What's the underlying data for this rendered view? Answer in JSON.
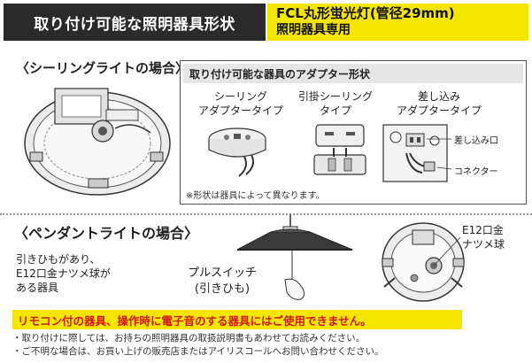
{
  "header": {
    "title": "取り付け可能な照明器具形状",
    "product_line1": "FCL丸形蛍光灯(管径29mm)",
    "product_line2": "照明器具専用"
  },
  "ceiling": {
    "title": "〈シーリングライトの場合〉",
    "adapter_header": "取り付け可能な器具のアダプター形状",
    "adapters": [
      {
        "line1": "シーリング",
        "line2": "アダプタータイプ"
      },
      {
        "line1": "引掛シーリング",
        "line2": "タイプ"
      },
      {
        "line1": "差し込み",
        "line2": "アダプタータイプ"
      }
    ],
    "label_plug": "差し込み口",
    "label_connector": "コネクター",
    "note": "※形状は器具によって異なります。"
  },
  "pendant": {
    "title": "〈ペンダントライトの場合〉",
    "desc_line1": "引きひもがあり、",
    "desc_line2": "E12口金ナツメ球が",
    "desc_line3": "ある器具",
    "pull_line1": "プルスイッチ",
    "pull_line2": "(引きひも)",
    "e12_line1": "E12口金",
    "e12_line2": "ナツメ球"
  },
  "warning": "リモコン付の器具、操作時に電子音のする器具にはご使用できません。",
  "notes": [
    "・取り付けに際しては、お持ちの照明器具の取扱説明書もあわせてお読みください。",
    "・ご不明な場合は、お買い上げの販売店またはアイリスコールへお問い合わせください。"
  ],
  "colors": {
    "header_dark": "#2a2a2a",
    "accent_yellow": "#f5e600",
    "warning_red": "#d01818"
  }
}
